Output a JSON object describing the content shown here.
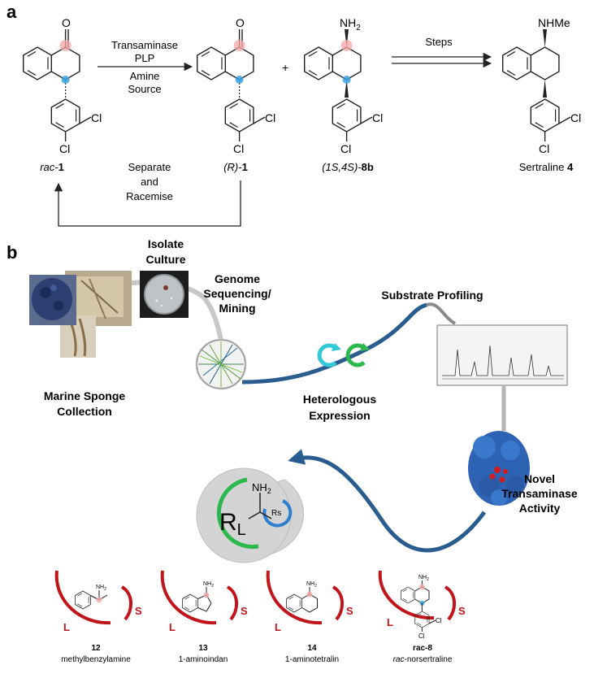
{
  "panel_a": {
    "letter": "a",
    "arrow1_line1": "Transaminase",
    "arrow1_line2": "PLP",
    "arrow1_line3": "Amine",
    "arrow1_line4": "Source",
    "arrow2_label": "Steps",
    "plus": "+",
    "recycle_line1": "Separate",
    "recycle_line2": "and",
    "recycle_line3": "Racemise",
    "compounds": [
      {
        "prefix": "rac-",
        "number": "1"
      },
      {
        "prefix": "(R)-",
        "number": "1"
      },
      {
        "prefix": "(1S,4S)-",
        "number": "8b"
      },
      {
        "prefix": "Sertraline ",
        "number": "4"
      }
    ],
    "atoms": {
      "oxygen": "O",
      "chlorine": "Cl",
      "amine": "NH",
      "amine_sub": "2",
      "methylamine": "NHMe"
    }
  },
  "panel_b": {
    "letter": "b",
    "isolate_line1": "Isolate",
    "isolate_line2": "Culture",
    "genome_line1": "Genome",
    "genome_line2": "Sequencing/",
    "genome_line3": "Mining",
    "substrate": "Substrate Profiling",
    "marine_line1": "Marine Sponge",
    "marine_line2": "Collection",
    "hetero_line1": "Heterologous",
    "hetero_line2": "Expression",
    "novel_line1": "Novel",
    "novel_line2": "Transaminase",
    "novel_line3": "Activity",
    "pocket": {
      "large": "R",
      "large_sub": "L",
      "small": "Rs",
      "amine": "NH",
      "amine_sub": "2"
    },
    "site_large": "L",
    "site_small": "S",
    "substrates": [
      {
        "number": "12",
        "name": "methylbenzylamine"
      },
      {
        "number": "13",
        "name": "1-aminoindan"
      },
      {
        "number": "14",
        "name": "1-aminotetralin"
      },
      {
        "number": "rac-8",
        "name_prefix": "rac",
        "name": "-norsertraline"
      }
    ],
    "colors": {
      "blue_path": "#2a5d8f",
      "red_arc": "#c0151b",
      "green": "#2db84d",
      "cyan": "#31c8d8",
      "pocket_blue": "#2f7fd0"
    }
  }
}
